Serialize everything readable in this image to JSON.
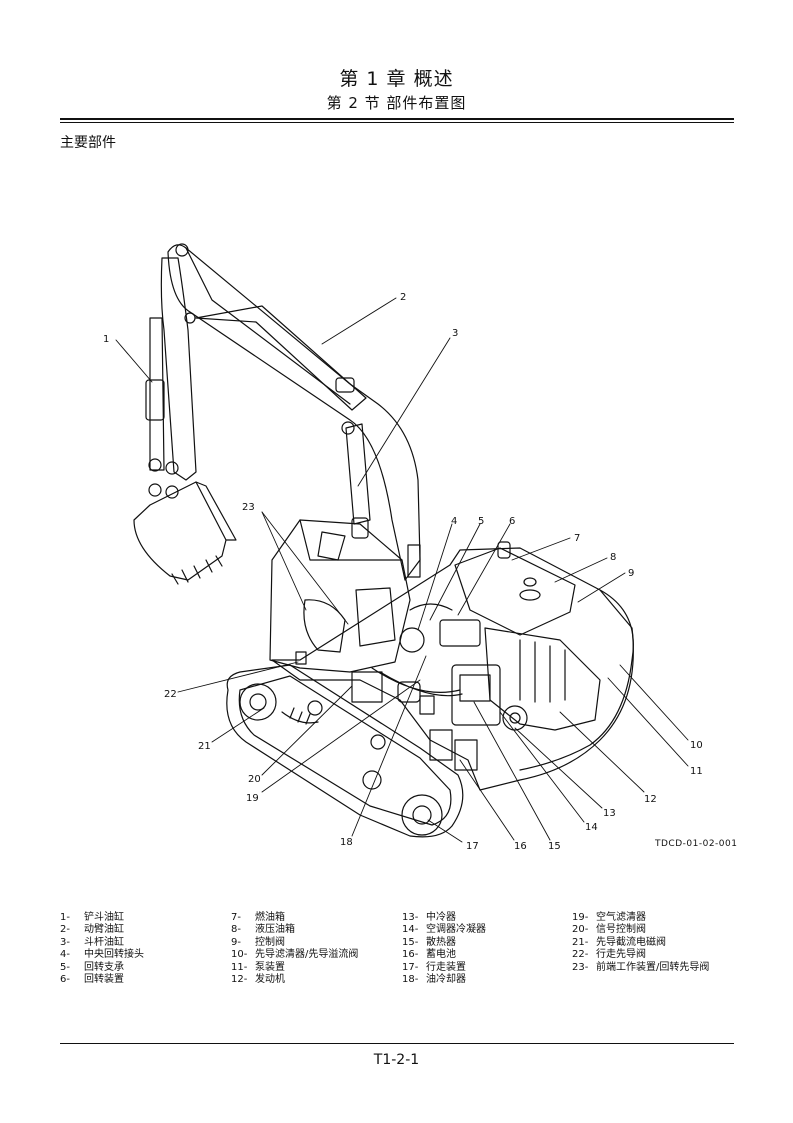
{
  "header": {
    "chapter": "第 1 章 概述",
    "section": "第 2 节 部件布置图"
  },
  "heading": "主要部件",
  "figure": {
    "code": "TDCD-01-02-001",
    "callouts": [
      "1",
      "2",
      "3",
      "4",
      "5",
      "6",
      "7",
      "8",
      "9",
      "10",
      "11",
      "12",
      "13",
      "14",
      "15",
      "16",
      "17",
      "18",
      "19",
      "20",
      "21",
      "22",
      "23"
    ]
  },
  "legend": {
    "columns": [
      [
        {
          "num": "1-",
          "text": "铲斗油缸"
        },
        {
          "num": "2-",
          "text": "动臂油缸"
        },
        {
          "num": "3-",
          "text": "斗杆油缸"
        },
        {
          "num": "4-",
          "text": "中央回转接头"
        },
        {
          "num": "5-",
          "text": "回转支承"
        },
        {
          "num": "6-",
          "text": "回转装置"
        }
      ],
      [
        {
          "num": "7-",
          "text": "燃油箱"
        },
        {
          "num": "8-",
          "text": "液压油箱"
        },
        {
          "num": "9-",
          "text": "控制阀"
        },
        {
          "num": "10-",
          "text": "先导滤清器/先导溢流阀"
        },
        {
          "num": "11-",
          "text": "泵装置"
        },
        {
          "num": "12-",
          "text": "发动机"
        }
      ],
      [
        {
          "num": "13-",
          "text": "中冷器"
        },
        {
          "num": "14-",
          "text": "空调器冷凝器"
        },
        {
          "num": "15-",
          "text": "散热器"
        },
        {
          "num": "16-",
          "text": "蓄电池"
        },
        {
          "num": "17-",
          "text": "行走装置"
        },
        {
          "num": "18-",
          "text": "油冷却器"
        }
      ],
      [
        {
          "num": "19-",
          "text": "空气滤清器"
        },
        {
          "num": "20-",
          "text": "信号控制阀"
        },
        {
          "num": "21-",
          "text": "先导截流电磁阀"
        },
        {
          "num": "22-",
          "text": "行走先导阀"
        },
        {
          "num": "23-",
          "text": "前端工作装置/回转先导阀"
        }
      ]
    ]
  },
  "footer": {
    "page_number": "T1-2-1"
  }
}
